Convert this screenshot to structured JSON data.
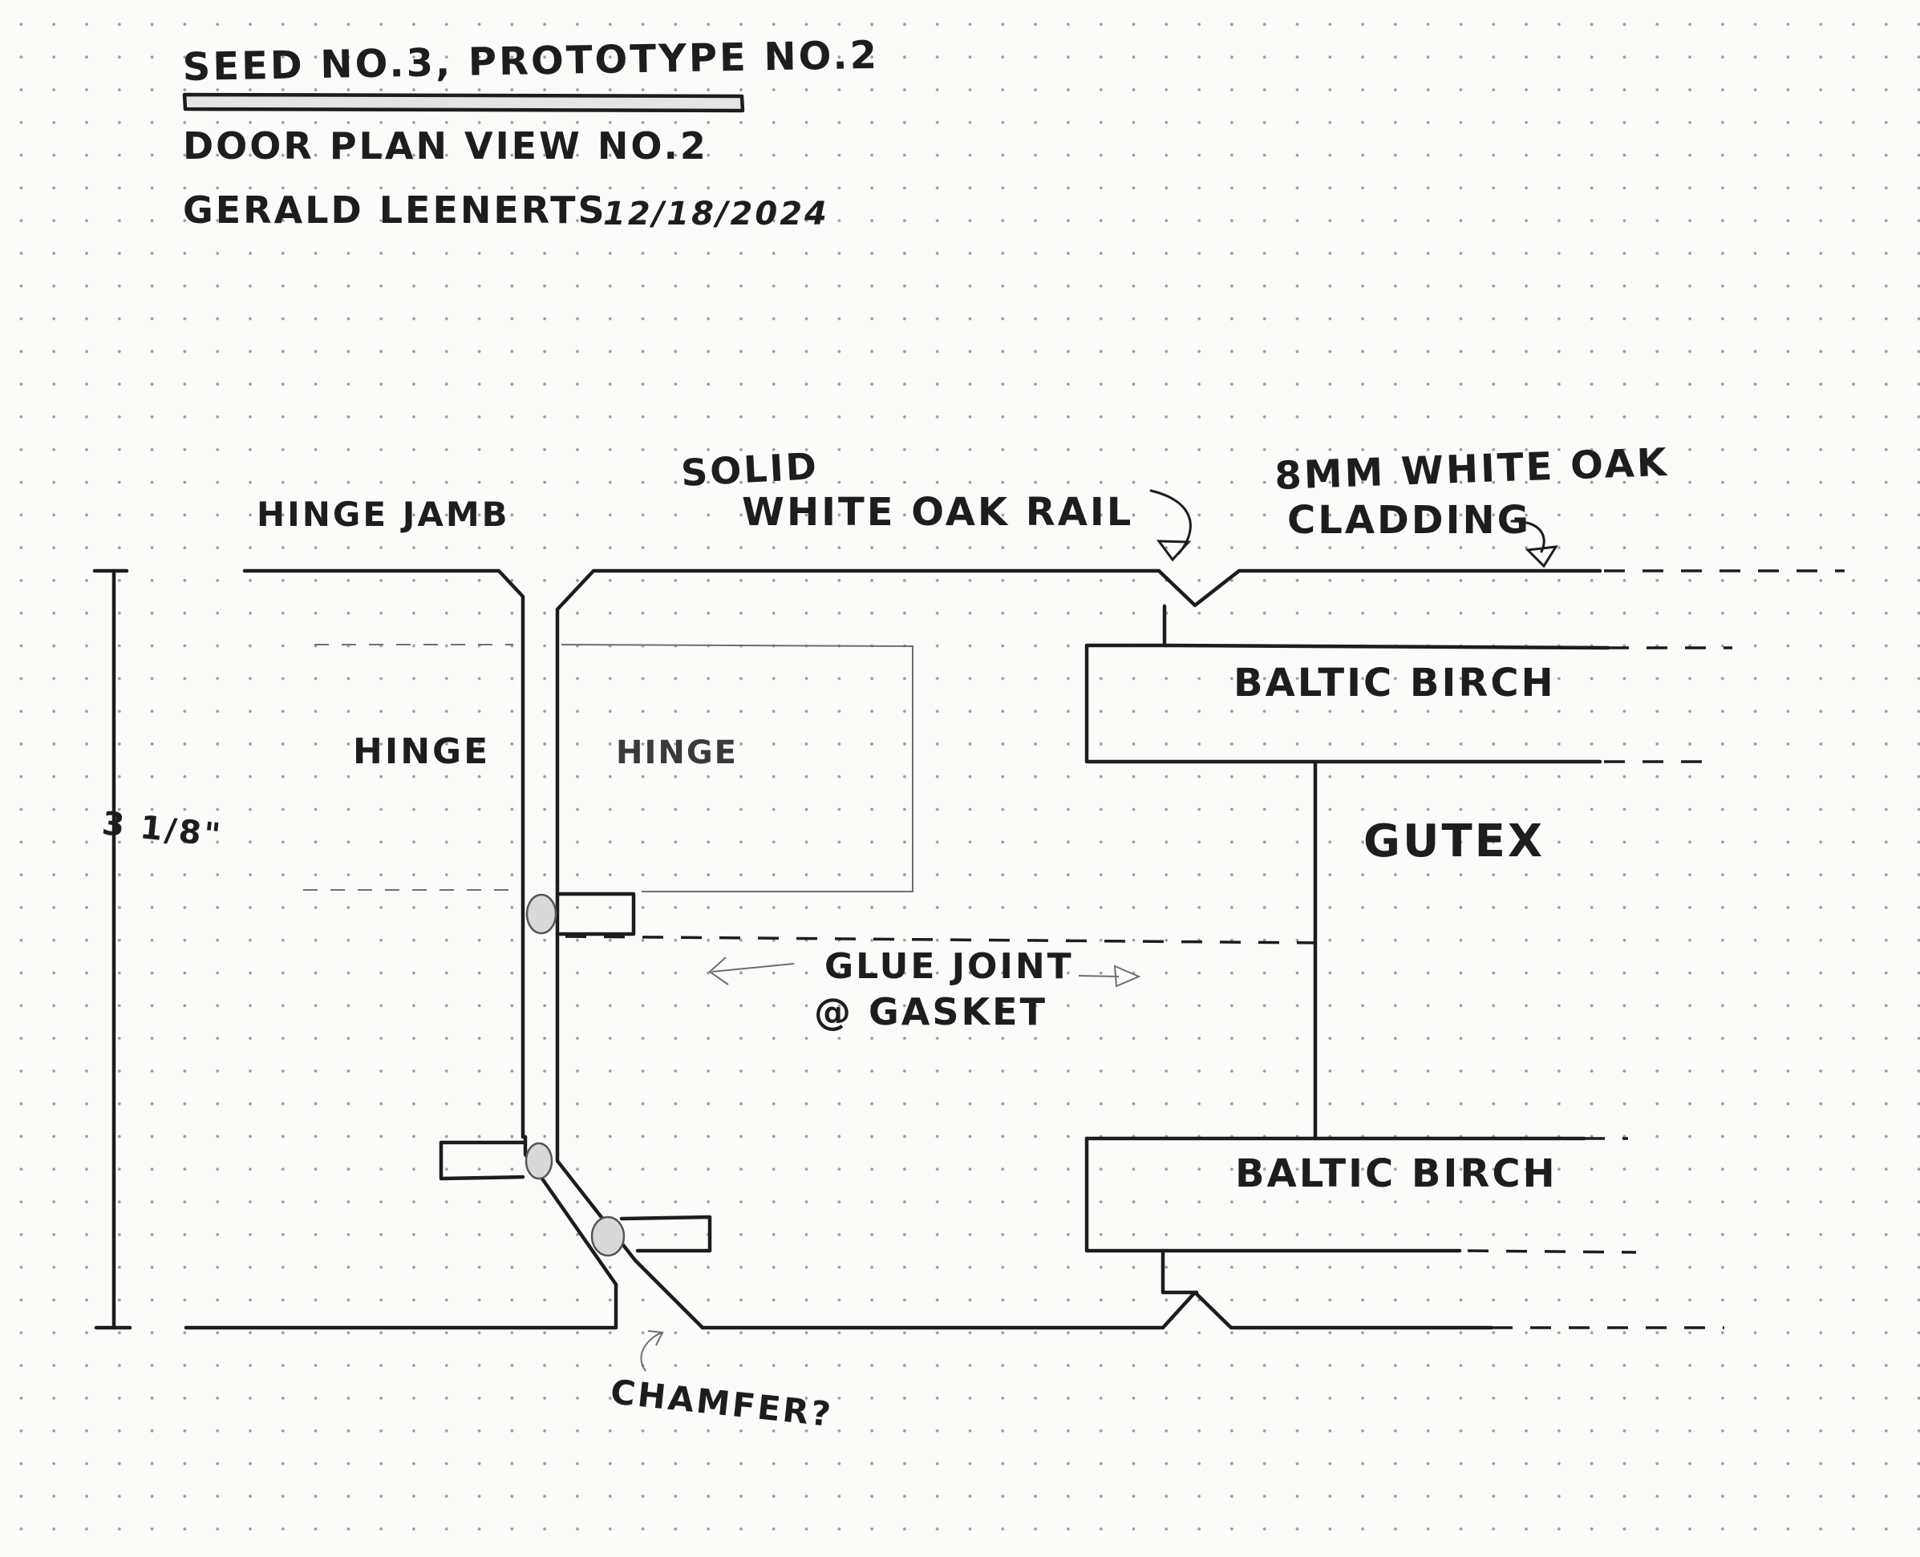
{
  "title_block": {
    "line1": "SEED NO.3, PROTOTYPE NO.2",
    "line2": "DOOR PLAN VIEW NO.2",
    "author": "GERALD LEENERTS",
    "date": "12/18/2024"
  },
  "labels": {
    "hinge_jamb": "HINGE JAMB",
    "solid_rail_line1": "SOLID",
    "solid_rail_line2": "WHITE OAK RAIL",
    "cladding_line1": "8MM WHITE OAK",
    "cladding_line2": "CLADDING",
    "hinge_left": "HINGE",
    "hinge_right": "HINGE",
    "baltic_birch_top": "BALTIC BIRCH",
    "baltic_birch_bottom": "BALTIC BIRCH",
    "gutex": "GUTEX",
    "glue_joint_line1": "GLUE JOINT",
    "glue_joint_line2": "@ GASKET",
    "chamfer": "CHAMFER?",
    "dimension": "3 1/8\""
  }
}
